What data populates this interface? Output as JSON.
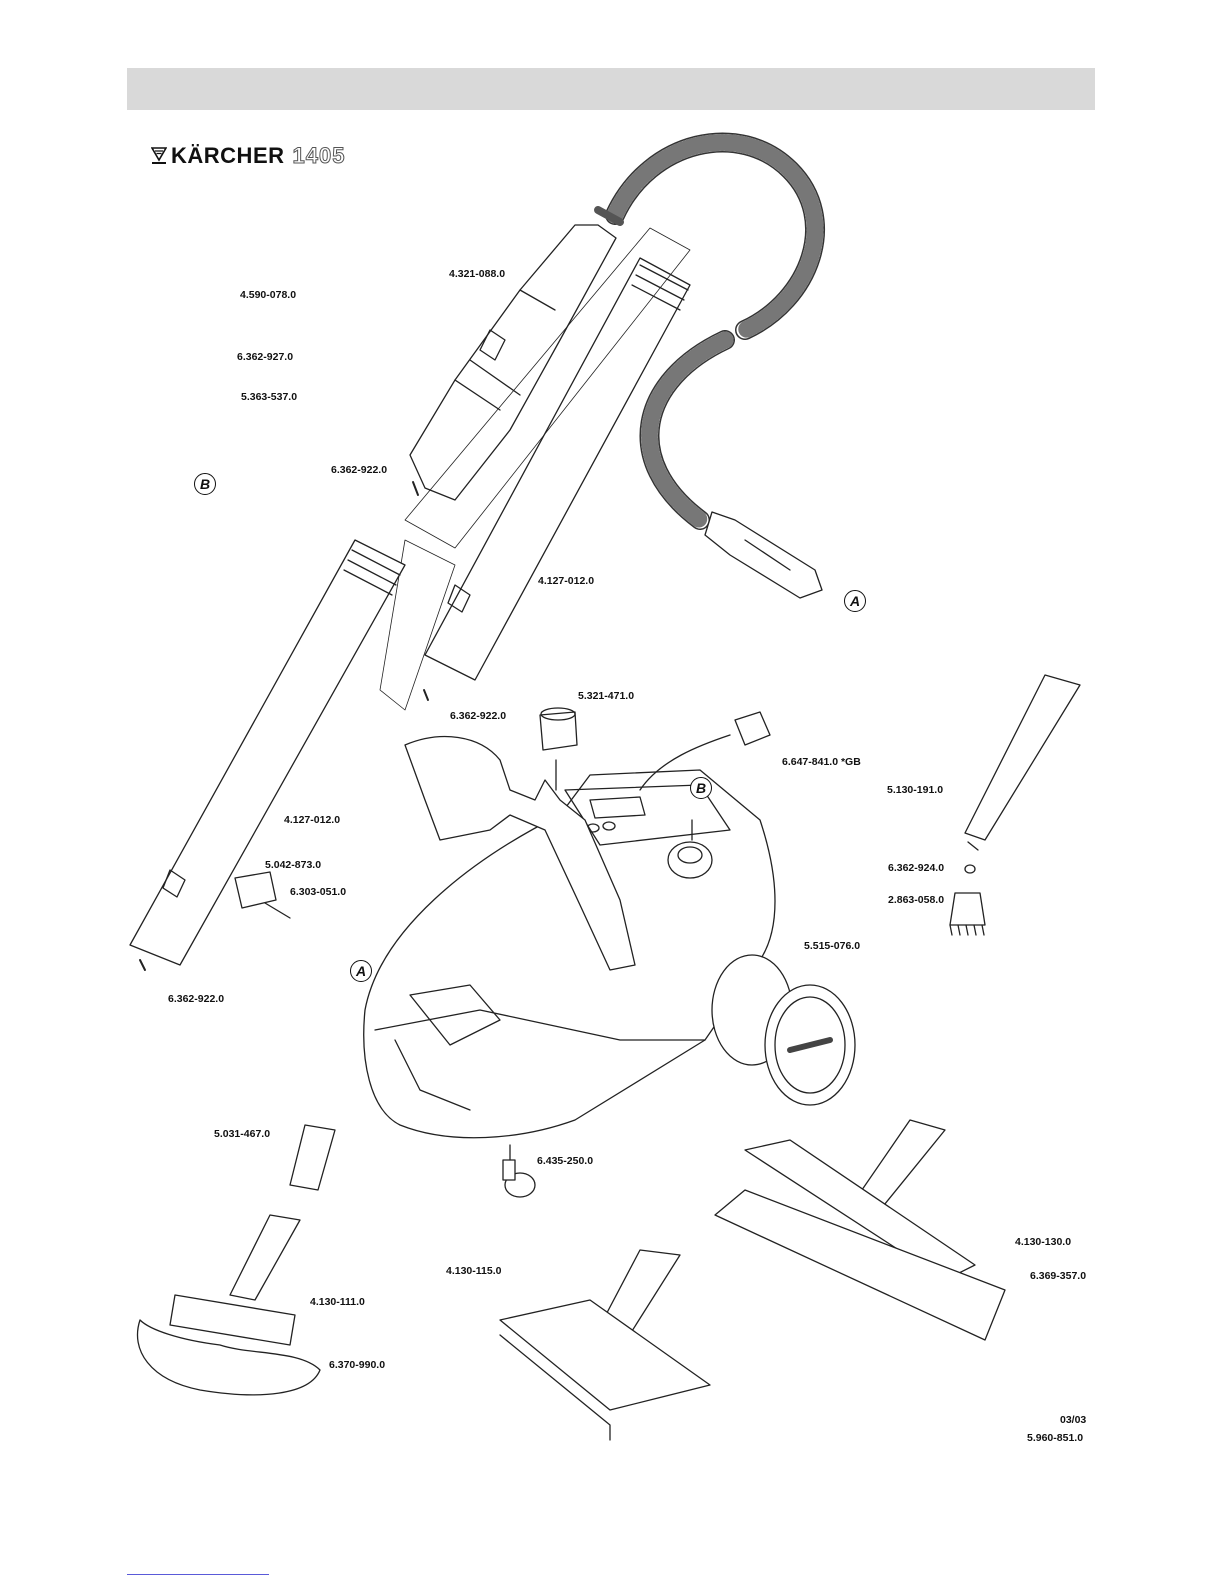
{
  "header": {
    "brand": "KÄRCHER",
    "model": "1405"
  },
  "parts": [
    {
      "id": "p1",
      "number": "4.590-078.0"
    },
    {
      "id": "p2",
      "number": "6.362-927.0"
    },
    {
      "id": "p3",
      "number": "5.363-537.0"
    },
    {
      "id": "p4",
      "number": "4.321-088.0"
    },
    {
      "id": "p5",
      "number": "6.362-922.0"
    },
    {
      "id": "p6",
      "number": "4.127-012.0"
    },
    {
      "id": "p7",
      "number": "6.362-922.0"
    },
    {
      "id": "p8",
      "number": "5.321-471.0"
    },
    {
      "id": "p9",
      "number": "6.647-841.0 *GB"
    },
    {
      "id": "p10",
      "number": "5.130-191.0"
    },
    {
      "id": "p11",
      "number": "4.127-012.0"
    },
    {
      "id": "p12",
      "number": "5.042-873.0"
    },
    {
      "id": "p13",
      "number": "6.303-051.0"
    },
    {
      "id": "p14",
      "number": "6.362-924.0"
    },
    {
      "id": "p15",
      "number": "2.863-058.0"
    },
    {
      "id": "p16",
      "number": "5.515-076.0"
    },
    {
      "id": "p17",
      "number": "6.362-922.0"
    },
    {
      "id": "p18",
      "number": "5.031-467.0"
    },
    {
      "id": "p19",
      "number": "6.435-250.0"
    },
    {
      "id": "p20",
      "number": "4.130-130.0"
    },
    {
      "id": "p21",
      "number": "4.130-115.0"
    },
    {
      "id": "p22",
      "number": "6.369-357.0"
    },
    {
      "id": "p23",
      "number": "4.130-111.0"
    },
    {
      "id": "p24",
      "number": "6.370-990.0"
    }
  ],
  "callouts": {
    "a": "A",
    "b": "B"
  },
  "footer": {
    "date": "03/03",
    "doc_number": "5.960-851.0"
  }
}
